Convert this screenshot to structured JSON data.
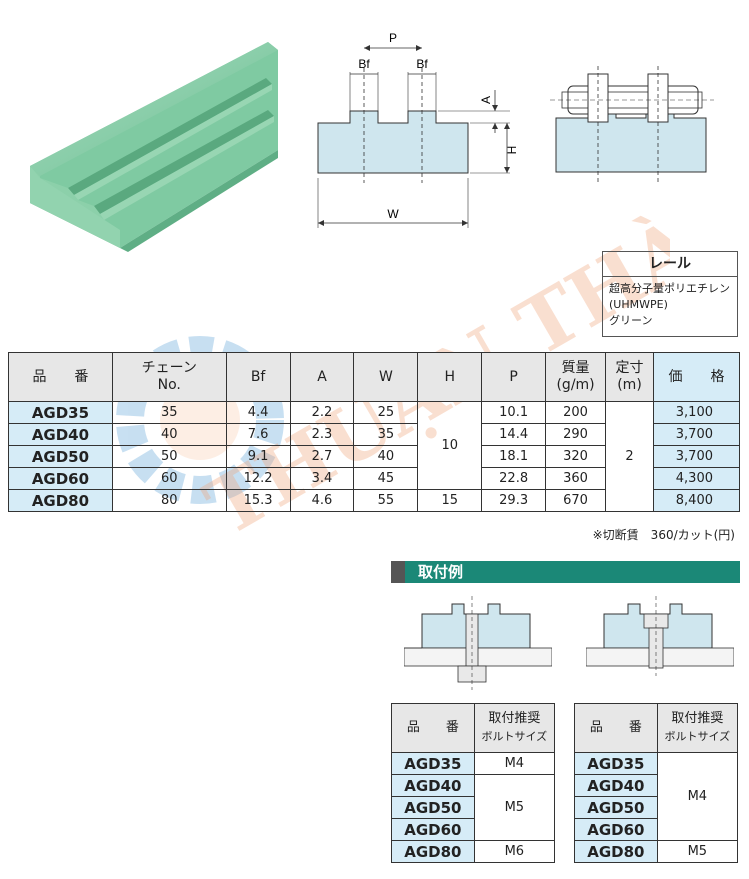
{
  "diagram": {
    "label_p": "P",
    "label_bf_left": "Bf",
    "label_bf_right": "Bf",
    "label_a": "A",
    "label_h": "H",
    "label_w": "W"
  },
  "watermark": {
    "line1": "THUẬN THÀNH"
  },
  "legend": {
    "title": "レール",
    "lines": [
      "超高分子量ポリエチレン",
      "(UHMWPE)",
      "グリーン"
    ]
  },
  "main_table": {
    "headers": {
      "part": "品　　番",
      "chain_line1": "チェーン",
      "chain_line2": "No.",
      "bf": "Bf",
      "a": "A",
      "w": "W",
      "h": "H",
      "p": "P",
      "mass_line1": "質量",
      "mass_line2": "(g/m)",
      "length_line1": "定寸",
      "length_line2": "(m)",
      "price": "価　　格"
    },
    "rows": [
      {
        "part": "AGD35",
        "chain": "35",
        "bf": "4.4",
        "a": "2.2",
        "w": "25",
        "p": "10.1",
        "mass": "200",
        "price": "3,100"
      },
      {
        "part": "AGD40",
        "chain": "40",
        "bf": "7.6",
        "a": "2.3",
        "w": "35",
        "p": "14.4",
        "mass": "290",
        "price": "3,700"
      },
      {
        "part": "AGD50",
        "chain": "50",
        "bf": "9.1",
        "a": "2.7",
        "w": "40",
        "p": "18.1",
        "mass": "320",
        "price": "3,700"
      },
      {
        "part": "AGD60",
        "chain": "60",
        "bf": "12.2",
        "a": "3.4",
        "w": "45",
        "p": "22.8",
        "mass": "360",
        "price": "4,300"
      },
      {
        "part": "AGD80",
        "chain": "80",
        "bf": "15.3",
        "a": "4.6",
        "w": "55",
        "p": "29.3",
        "mass": "670",
        "price": "8,400"
      }
    ],
    "h_group": "10",
    "h_last": "15",
    "length_group": "2"
  },
  "note": "※切断賃　360/カット(円)",
  "section_title": "取付例",
  "mount_left": {
    "header_part": "品　　番",
    "header_bolt_line1": "取付推奨",
    "header_bolt_line2": "ボルトサイズ",
    "parts": [
      "AGD35",
      "AGD40",
      "AGD50",
      "AGD60",
      "AGD80"
    ],
    "bolt_first": "M4",
    "bolt_group": "M5",
    "bolt_last": "M6"
  },
  "mount_right": {
    "header_part": "品　　番",
    "header_bolt_line1": "取付推奨",
    "header_bolt_line2": "ボルトサイズ",
    "parts": [
      "AGD35",
      "AGD40",
      "AGD50",
      "AGD60",
      "AGD80"
    ],
    "bolt_group": "M4",
    "bolt_last": "M5"
  }
}
